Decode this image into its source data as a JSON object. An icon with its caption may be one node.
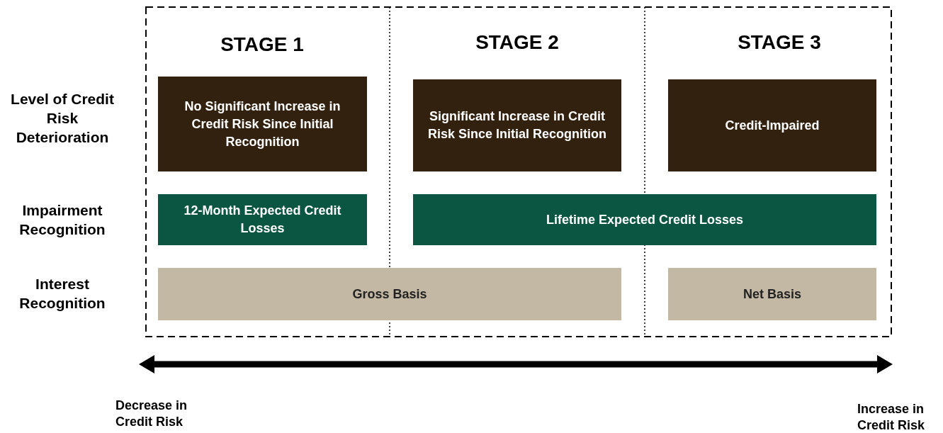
{
  "diagram": {
    "nodes": [
      {
        "text": [
          "No Significant Increase in Credit Risk Since Initial Recognition"
        ]
      },
      {
        "text": [
          "Significant  Increase in Credit Risk Since Initial Recognition"
        ]
      },
      {
        "text": [
          "Credit-Impaired"
        ]
      },
      {
        "text": [
          "12-Month Expected Credit Losses"
        ]
      },
      {
        "text": [
          "Lifetime Expected Credit Losses"
        ]
      },
      {
        "text": [
          "Gross Basis"
        ]
      },
      {
        "text": [
          "Net Basis"
        ]
      }
    ],
    "edges": [],
    "labels": [
      "STAGE 1",
      "STAGE 2",
      "STAGE 3",
      "Level of Credit Risk Deterioration",
      "Impairment Recognition",
      "Interest Recognition",
      "Decrease in Credit Risk",
      "Increase in Credit Risk"
    ]
  }
}
